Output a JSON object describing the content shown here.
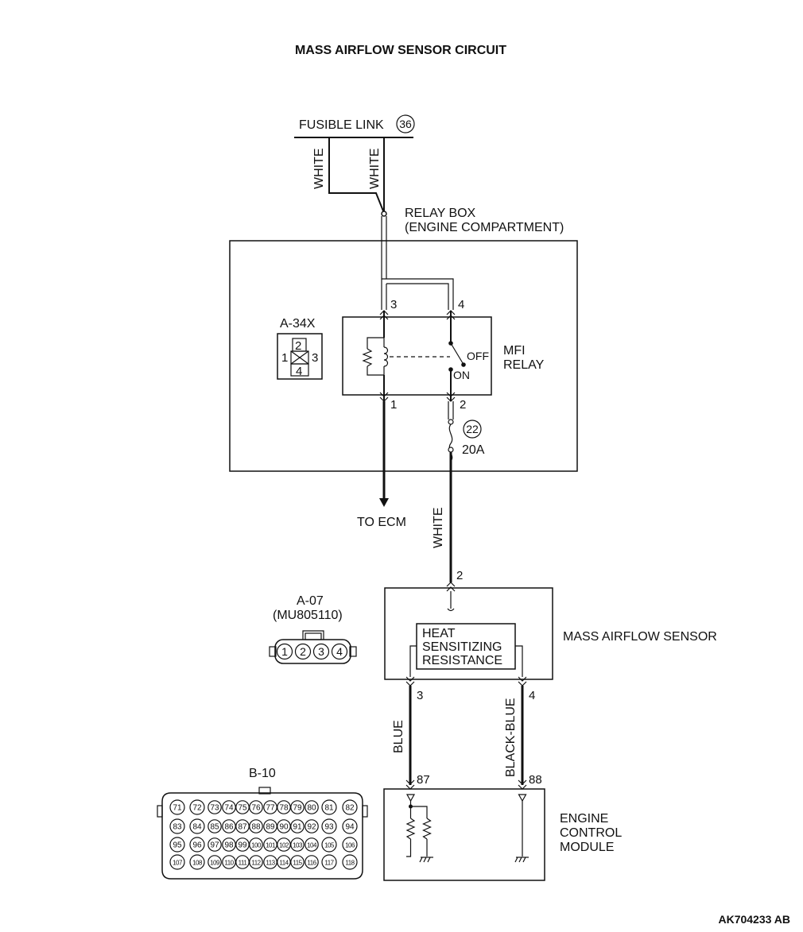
{
  "title": "MASS AIRFLOW SENSOR CIRCUIT",
  "code": "AK704233 AB",
  "fusible_link": {
    "label": "FUSIBLE LINK",
    "number": "36"
  },
  "wires": {
    "white_left": "WHITE",
    "white_right": "WHITE",
    "white_lower": "WHITE",
    "blue": "BLUE",
    "black_blue": "BLACK-BLUE"
  },
  "relay_box": {
    "line1": "RELAY BOX",
    "line2": "(ENGINE COMPARTMENT)"
  },
  "a34x": {
    "label": "A-34X",
    "pins": [
      "1",
      "2",
      "3",
      "4"
    ]
  },
  "mfi_relay": {
    "line1": "MFI",
    "line2": "RELAY",
    "off": "OFF",
    "on": "ON",
    "pins": {
      "p3": "3",
      "p4": "4",
      "p1": "1",
      "p2": "2"
    }
  },
  "fuse": {
    "number": "22",
    "rating": "20A"
  },
  "to_ecm": "TO ECM",
  "a07": {
    "label": "A-07",
    "part": "(MU805110)",
    "pins": [
      "1",
      "2",
      "3",
      "4"
    ]
  },
  "maf_sensor": {
    "label": "MASS AIRFLOW SENSOR",
    "heat1": "HEAT",
    "heat2": "SENSITIZING",
    "heat3": "RESISTANCE",
    "pin2": "2",
    "pin3": "3",
    "pin4": "4"
  },
  "ecm": {
    "line1": "ENGINE",
    "line2": "CONTROL",
    "line3": "MODULE",
    "pin87": "87",
    "pin88": "88"
  },
  "b10": {
    "label": "B-10",
    "rows": [
      [
        "71",
        "72",
        "73",
        "74",
        "75",
        "76",
        "77",
        "78",
        "79",
        "80",
        "81",
        "82"
      ],
      [
        "83",
        "84",
        "85",
        "86",
        "87",
        "88",
        "89",
        "90",
        "91",
        "92",
        "93",
        "94"
      ],
      [
        "95",
        "96",
        "97",
        "98",
        "99",
        "100",
        "101",
        "102",
        "103",
        "104",
        "105",
        "106"
      ],
      [
        "107",
        "108",
        "109",
        "110",
        "111",
        "112",
        "113",
        "114",
        "115",
        "116",
        "117",
        "118"
      ]
    ]
  }
}
